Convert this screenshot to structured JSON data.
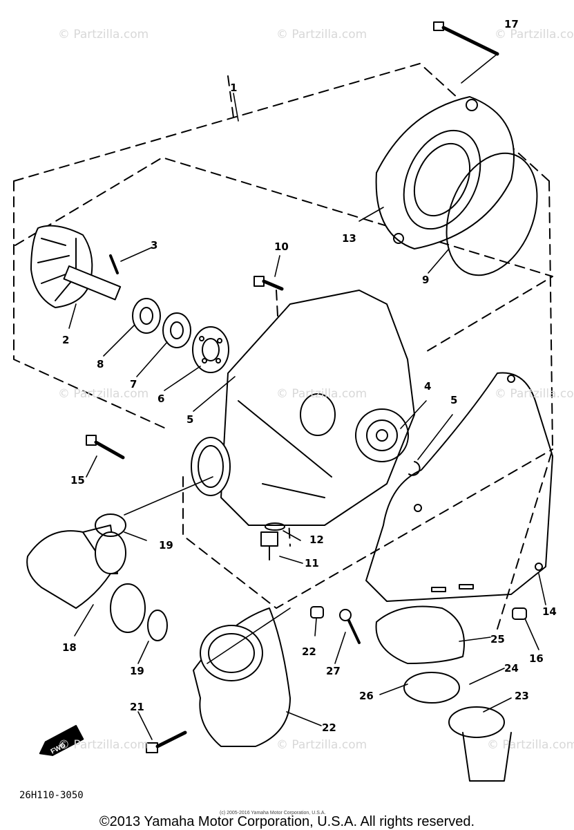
{
  "watermark_text": "© Partzilla.com",
  "drawing_code": "26H110-3050",
  "small_credit": "(c) 2005-2016 Yamaha Motor Corporation, U.S.A.",
  "copyright": "©2013 Yamaha Motor Corporation, U.S.A. All rights reserved.",
  "front_marker": "FWD",
  "callouts": {
    "c1": "1",
    "c2": "2",
    "c3": "3",
    "c4": "4",
    "c5a": "5",
    "c5b": "5",
    "c6": "6",
    "c7": "7",
    "c8": "8",
    "c9": "9",
    "c10": "10",
    "c11": "11",
    "c12": "12",
    "c13": "13",
    "c14": "14",
    "c15": "15",
    "c16": "16",
    "c17": "17",
    "c18": "18",
    "c19a": "19",
    "c19b": "19",
    "c21": "21",
    "c22a": "22",
    "c22b": "22",
    "c23": "23",
    "c24": "24",
    "c25": "25",
    "c26": "26",
    "c27": "27"
  },
  "colors": {
    "line": "#000000",
    "watermark": "#d8d8d8",
    "background": "#ffffff"
  }
}
